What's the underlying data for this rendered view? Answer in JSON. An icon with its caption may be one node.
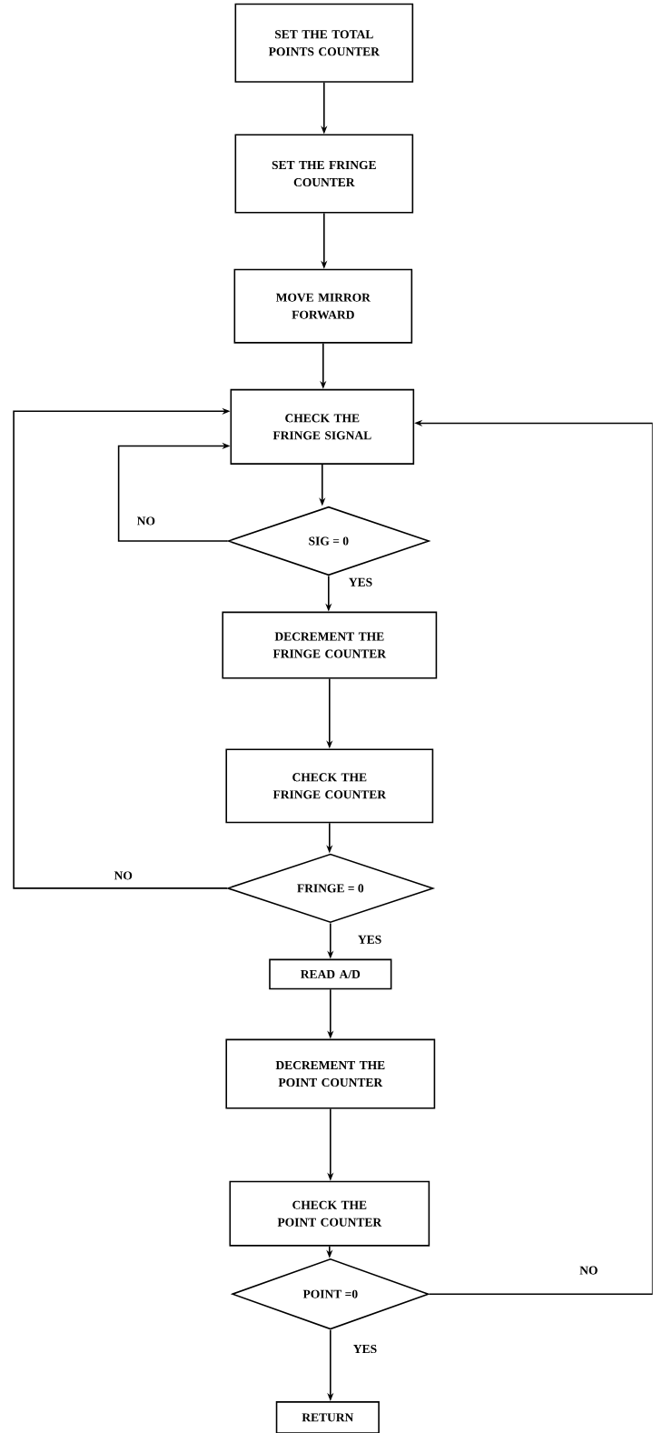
{
  "diagram": {
    "nodes": [
      {
        "text": [
          "SET THE TOTAL POINTS COUNTER"
        ]
      },
      {
        "text": [
          "SET THE FRINGE COUNTER"
        ]
      },
      {
        "text": [
          "MOVE MIRROR FORWARD"
        ]
      },
      {
        "text": [
          "CHECK THE FRINGE SIGNAL"
        ]
      },
      {
        "text": [
          "SIG = 0"
        ]
      },
      {
        "text": [
          "DECREMENT THE FRINGE COUNTER"
        ]
      },
      {
        "text": [
          "CHECK THE FRINGE COUNTER"
        ]
      },
      {
        "text": [
          "FRINGE = 0"
        ]
      },
      {
        "text": [
          "READ A/D"
        ]
      },
      {
        "text": [
          "DECREMENT THE POINT COUNTER"
        ]
      },
      {
        "text": [
          "CHECK THE POINT COUNTER"
        ]
      },
      {
        "text": [
          "POINT =0"
        ]
      },
      {
        "text": [
          "RETURN"
        ]
      }
    ],
    "edges": [
      {
        "from": 0,
        "to": 1,
        "arrow": "to"
      },
      {
        "from": 1,
        "to": 2,
        "arrow": "to"
      },
      {
        "from": 2,
        "to": 3,
        "arrow": "to"
      },
      {
        "from": 3,
        "to": 4,
        "arrow": "to"
      },
      {
        "from": 4,
        "to": 3,
        "arrow": "to",
        "label": "NO"
      },
      {
        "from": 4,
        "to": 5,
        "arrow": "to",
        "label": "YES"
      },
      {
        "from": 5,
        "to": 6,
        "arrow": "to"
      },
      {
        "from": 6,
        "to": 7,
        "arrow": "to"
      },
      {
        "from": 7,
        "to": 3,
        "arrow": "to",
        "label": "NO"
      },
      {
        "from": 7,
        "to": 8,
        "arrow": "to",
        "label": "YES"
      },
      {
        "from": 8,
        "to": 9,
        "arrow": "to"
      },
      {
        "from": 9,
        "to": 10,
        "arrow": "to"
      },
      {
        "from": 10,
        "to": 11,
        "arrow": "to"
      },
      {
        "from": 11,
        "to": 3,
        "arrow": "to",
        "label": "NO"
      },
      {
        "from": 11,
        "to": 12,
        "arrow": "to",
        "label": "YES"
      }
    ]
  }
}
